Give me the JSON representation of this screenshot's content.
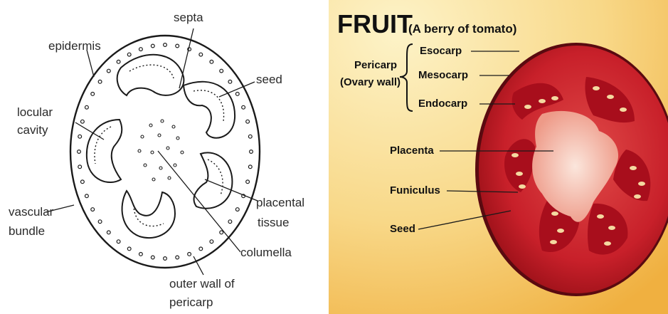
{
  "left_diagram": {
    "labels": {
      "septa": "septa",
      "epidermis": "epidermis",
      "seed": "seed",
      "locular": "locular",
      "cavity": "cavity",
      "vascular": "vascular",
      "bundle": "bundle",
      "placental": "placental",
      "tissue": "tissue",
      "columella": "columella",
      "outer_wall_line1": "outer wall of",
      "outer_wall_line2": "pericarp"
    }
  },
  "right_diagram": {
    "title": "FRUIT",
    "subtitle": "(A berry of tomato)",
    "pericarp_line1": "Pericarp",
    "pericarp_line2": "(Ovary wall)",
    "labels": {
      "esocarp": "Esocarp",
      "mesocarp": "Mesocarp",
      "endocarp": "Endocarp",
      "placenta": "Placenta",
      "funiculus": "Funiculus",
      "seed": "Seed"
    },
    "colors": {
      "background_light": "#fdf3c8",
      "background_dark": "#f0b040",
      "tomato_flesh": "#c8202a",
      "tomato_skin": "#5a0a10",
      "placenta": "#f6d7cb"
    }
  }
}
